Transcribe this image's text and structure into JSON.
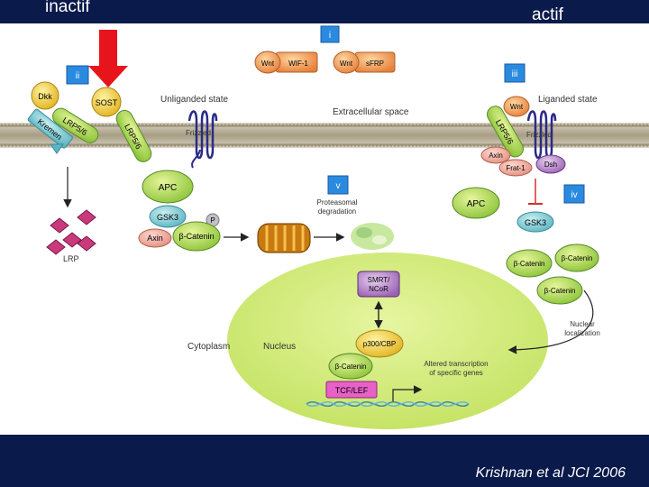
{
  "header": {
    "left_label": "inactif",
    "right_label": "actif"
  },
  "footer": {
    "credit": "Krishnan et al JCI 2006"
  },
  "panels": {
    "i": "i",
    "ii": "ii",
    "iii": "iii",
    "iv": "iv",
    "v": "v"
  },
  "states": {
    "unliganded": "Unliganded state",
    "liganded": "Liganded state",
    "extracellular": "Extracellular space"
  },
  "proteins": {
    "wnt": "Wnt",
    "wif1": "WIF-1",
    "sfrp": "sFRP",
    "dkk": "Dkk",
    "sost": "SOST",
    "kremen": "Kremen",
    "lrp56": "LRP5/6",
    "frizzled": "Frizzled",
    "apc": "APC",
    "gsk3": "GSK3",
    "p": "P",
    "axin": "Axin",
    "bcatenin": "β-Catenin",
    "frat1": "Frat-1",
    "dsh": "Dsh",
    "smrt_l1": "SMRT/",
    "smrt_l2": "NCoR",
    "p300": "p300/CBP",
    "tcflef": "TCF/LEF",
    "lrp": "LRP"
  },
  "labels": {
    "proteasomal_l1": "Proteasomal",
    "proteasomal_l2": "degradation",
    "cytoplasm": "Cytoplasm",
    "nucleus": "Nucleus",
    "nuclear_l1": "Nuclear",
    "nuclear_l2": "localization",
    "altered_l1": "Altered transcription",
    "altered_l2": "of specific genes"
  },
  "colors": {
    "background": "#0a1a4a",
    "nucleus": "#d4ec7a",
    "membrane": "#cfc8b4",
    "arrow_red": "#e8141b",
    "orange": "#f0a040",
    "panel_badge": "#2a8ae0"
  }
}
